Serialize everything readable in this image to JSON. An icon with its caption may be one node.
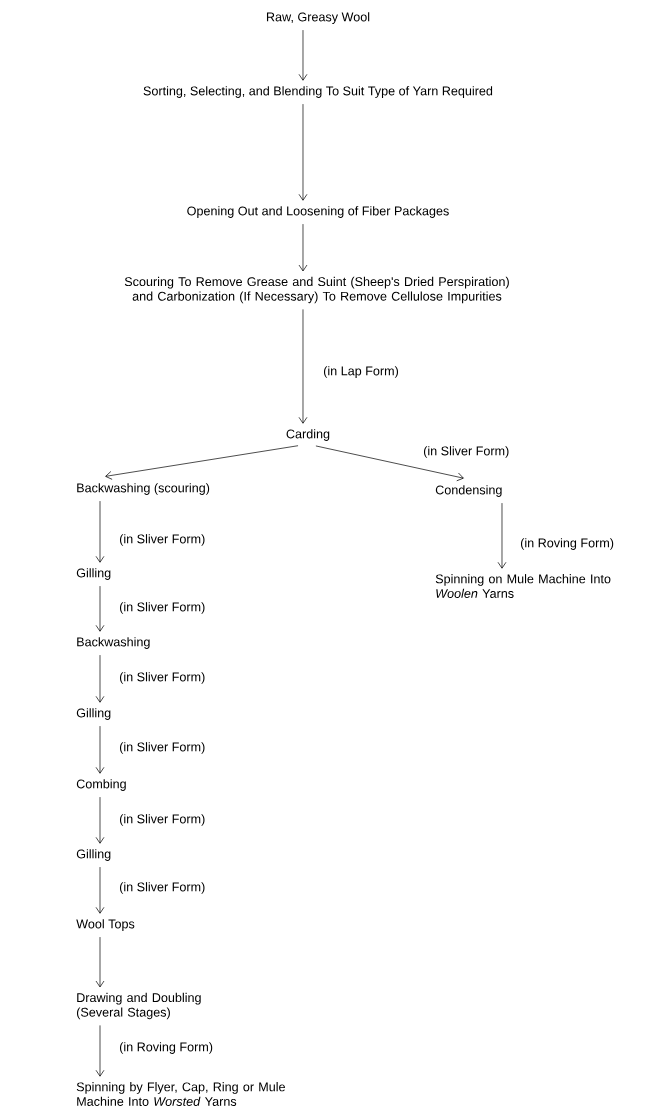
{
  "diagram": {
    "nodes": [
      {
        "text": [
          "Raw, Greasy Wool"
        ]
      },
      {
        "text": [
          "Sorting, Selecting, and Blending To Suit Type of Yarn Required"
        ]
      },
      {
        "text": [
          "Opening Out and Loosening of Fiber Packages"
        ]
      },
      {
        "text": [
          "Scouring To Remove Grease and Suint (Sheep's Dried Perspiration) and Carbonization (If Necessary) To Remove Cellulose Impurities"
        ]
      },
      {
        "text": [
          "Carding"
        ]
      },
      {
        "text": [
          "Backwashing (scouring)"
        ]
      },
      {
        "text": [
          "Condensing"
        ]
      },
      {
        "text": [
          "Spinning on Mule Machine Into *Woolen* Yarns"
        ]
      },
      {
        "text": [
          "Gilling"
        ]
      },
      {
        "text": [
          "Backwashing"
        ]
      },
      {
        "text": [
          "Gilling"
        ]
      },
      {
        "text": [
          "Combing"
        ]
      },
      {
        "text": [
          "Gilling"
        ]
      },
      {
        "text": [
          "Wool Tops"
        ]
      },
      {
        "text": [
          "Drawing and Doubling (Several Stages)"
        ]
      },
      {
        "text": [
          "Spinning by Flyer, Cap, Ring or Mule Machine Into *Worsted* Yarns"
        ]
      }
    ],
    "edges": [
      {
        "from": 0,
        "to": 1,
        "arrow": "to"
      },
      {
        "from": 1,
        "to": 2,
        "arrow": "to"
      },
      {
        "from": 2,
        "to": 3,
        "arrow": "to"
      },
      {
        "from": 3,
        "to": 4,
        "arrow": "to",
        "label": "(in Lap Form)"
      },
      {
        "from": 4,
        "to": 5,
        "arrow": "to"
      },
      {
        "from": 4,
        "to": 6,
        "arrow": "to",
        "label": "(in Sliver Form)"
      },
      {
        "from": 6,
        "to": 7,
        "arrow": "to",
        "label": "(in Roving Form)"
      },
      {
        "from": 5,
        "to": 8,
        "arrow": "to",
        "label": "(in Sliver Form)"
      },
      {
        "from": 8,
        "to": 9,
        "arrow": "to",
        "label": "(in Sliver Form)"
      },
      {
        "from": 9,
        "to": 10,
        "arrow": "to",
        "label": "(in Sliver Form)"
      },
      {
        "from": 10,
        "to": 11,
        "arrow": "to",
        "label": "(in Sliver Form)"
      },
      {
        "from": 11,
        "to": 12,
        "arrow": "to",
        "label": "(in Sliver Form)"
      },
      {
        "from": 12,
        "to": 13,
        "arrow": "to",
        "label": "(in Sliver Form)"
      },
      {
        "from": 13,
        "to": 14,
        "arrow": "to"
      },
      {
        "from": 14,
        "to": 15,
        "arrow": "to",
        "label": "(in Roving Form)"
      }
    ]
  }
}
